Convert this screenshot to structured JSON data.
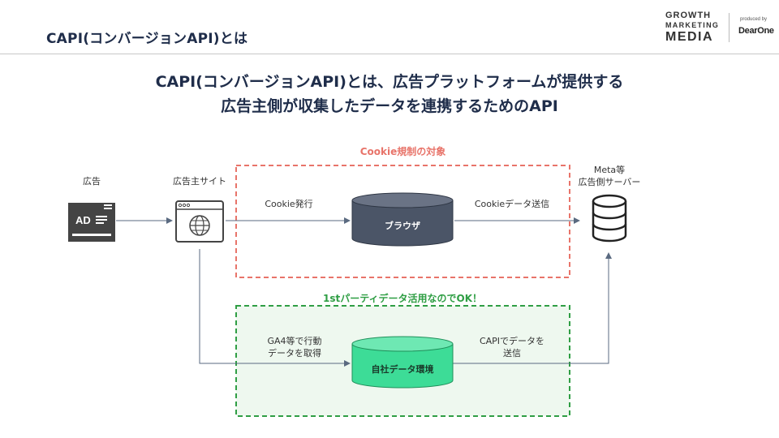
{
  "header": {
    "title": "CAPI(コンバージョンAPI)とは",
    "logo_line1": "GROWTH",
    "logo_line2": "MARKETING",
    "logo_line3": "MEDIA",
    "produced_by": "produced by",
    "brand": "DearOne"
  },
  "headline": {
    "line1": "CAPI(コンバージョンAPI)とは、広告プラットフォームが提供する",
    "line2": "広告主側が収集したデータを連携するためのAPI"
  },
  "diagram": {
    "ad_label": "広告",
    "ad_icon_text": "AD",
    "site_label": "広告主サイト",
    "server_label_line1": "Meta等",
    "server_label_line2": "広告側サーバー",
    "cookie_zone_title": "Cookie規制の対象",
    "first_party_title": "1stパーティデータ活用なのでOK！",
    "cookie_issue_label": "Cookie発行",
    "browser_label": "ブラウザ",
    "cookie_send_label": "Cookieデータ送信",
    "ga4_line1": "GA4等で行動",
    "ga4_line2": "データを取得",
    "own_data_label": "自社データ環境",
    "capi_line1": "CAPIでデータを",
    "capi_line2": "送信",
    "colors": {
      "cookie_zone": "#e8746a",
      "first_party_zone": "#2f9e44",
      "first_party_fill": "#eef8ef",
      "browser_fill": "#4b5567",
      "own_data_fill": "#3ddc97",
      "arrow": "#5a6a80",
      "navy": "#1f2d4a"
    }
  }
}
